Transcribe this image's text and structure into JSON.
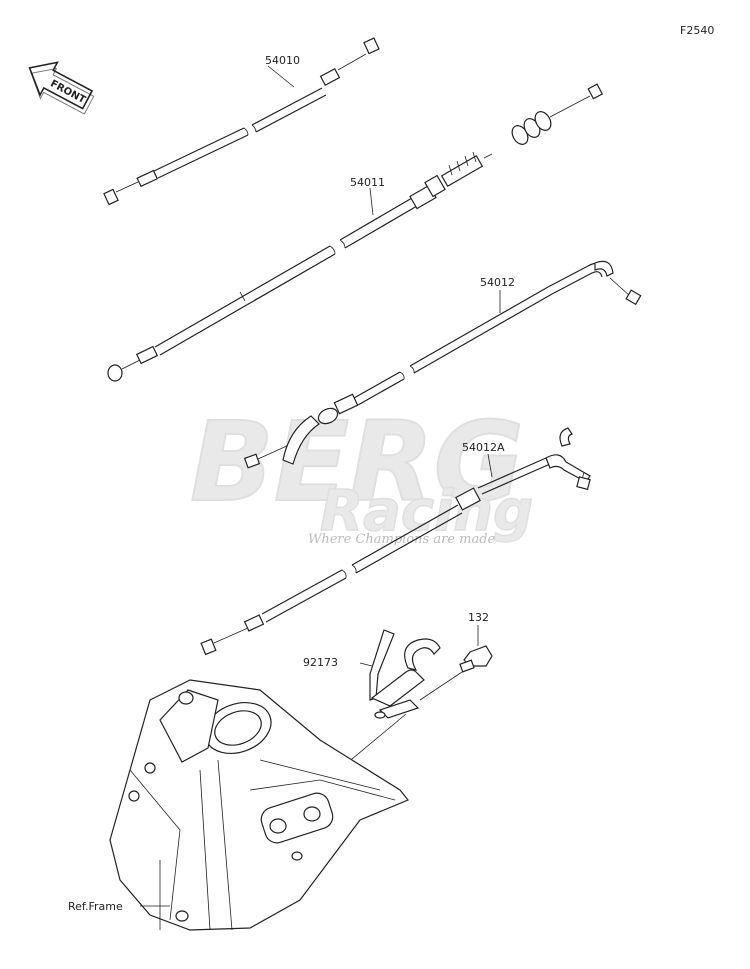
{
  "diagram": {
    "figure_code": "F2540",
    "front_badge": "FRONT",
    "parts": [
      {
        "number": "54010"
      },
      {
        "number": "54011"
      },
      {
        "number": "54012"
      },
      {
        "number": "54012A"
      },
      {
        "number": "92173"
      },
      {
        "number": "132"
      }
    ],
    "reference_label": "Ref.Frame"
  },
  "watermark": {
    "brand": "BERG",
    "subbrand": "Racing",
    "tagline": "Where Champions are made"
  }
}
